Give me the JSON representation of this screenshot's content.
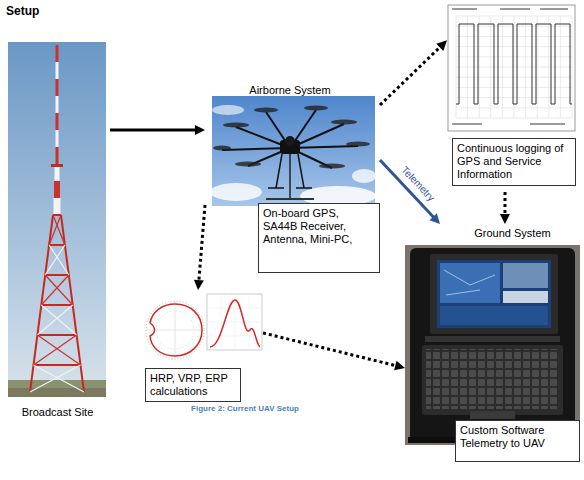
{
  "diagram": {
    "title": "Setup",
    "caption": "Figure 2: Current UAV Setup",
    "nodes": [
      {
        "text": [
          "Broadcast Site"
        ]
      },
      {
        "text": [
          "Airborne System",
          "On-board GPS, SA44B Receiver, Antenna, Mini-PC,"
        ]
      },
      {
        "text": [
          "Continuous logging of GPS and Service Information"
        ]
      },
      {
        "text": [
          "Ground System",
          "Custom Software Telemetry to UAV"
        ]
      },
      {
        "text": [
          "HRP, VRP, ERP calculations"
        ]
      }
    ],
    "edges": [
      {
        "from": 0,
        "to": 1,
        "arrow": "to"
      },
      {
        "from": 1,
        "to": 2,
        "arrow": "to"
      },
      {
        "from": 2,
        "to": 3,
        "arrow": "to"
      },
      {
        "from": 1,
        "to": 3,
        "arrow": "to",
        "label": "Telemetry"
      },
      {
        "from": 1,
        "to": 4,
        "arrow": "to"
      },
      {
        "from": 4,
        "to": 3,
        "arrow": "to"
      }
    ]
  }
}
